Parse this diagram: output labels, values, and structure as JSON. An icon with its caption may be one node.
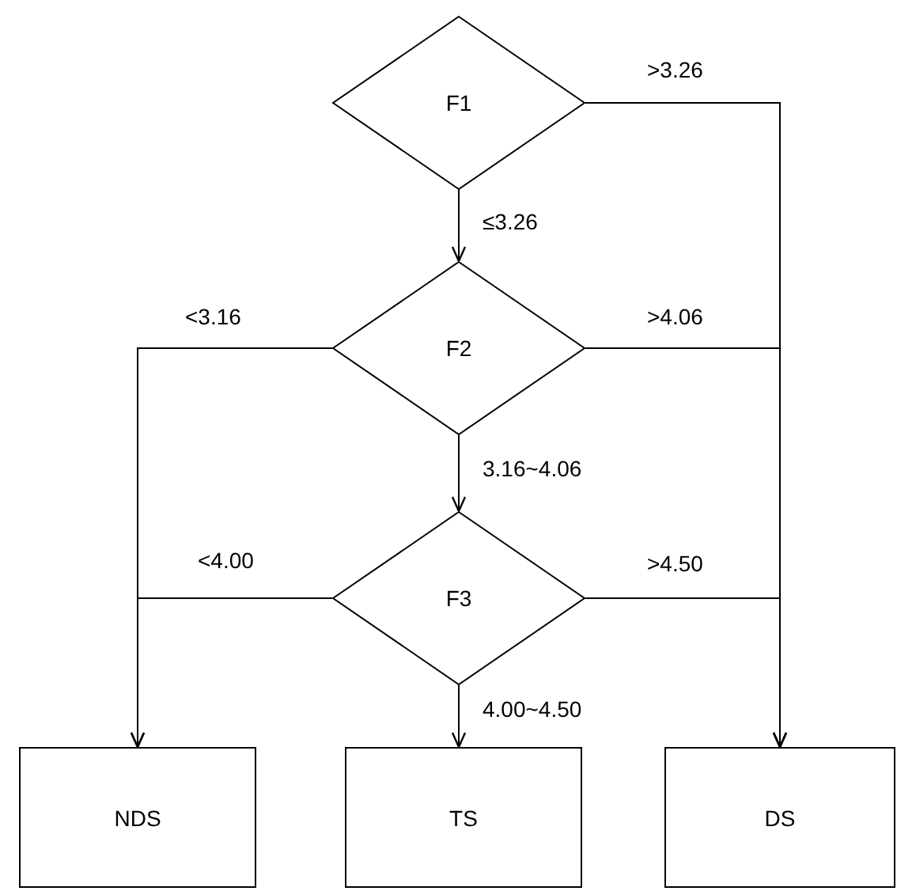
{
  "diagram": {
    "nodes": [
      {
        "text": [
          "F1"
        ]
      },
      {
        "text": [
          "F2"
        ]
      },
      {
        "text": [
          "F3"
        ]
      },
      {
        "text": [
          "NDS"
        ]
      },
      {
        "text": [
          "TS"
        ]
      },
      {
        "text": [
          "DS"
        ]
      }
    ],
    "edges": [
      {
        "from": 0,
        "to": 1,
        "arrow": "to",
        "label": "≤3.26"
      },
      {
        "from": 0,
        "to": 5,
        "arrow": "to",
        "label": ">3.26"
      },
      {
        "from": 1,
        "to": 3,
        "arrow": "to",
        "label": "<3.16"
      },
      {
        "from": 1,
        "to": 2,
        "arrow": "to",
        "label": "3.16~4.06"
      },
      {
        "from": 1,
        "to": 5,
        "arrow": "to",
        "label": ">4.06"
      },
      {
        "from": 2,
        "to": 3,
        "arrow": "to",
        "label": "<4.00"
      },
      {
        "from": 2,
        "to": 4,
        "arrow": "to",
        "label": "4.00~4.50"
      },
      {
        "from": 2,
        "to": 5,
        "arrow": "to",
        "label": ">4.50"
      }
    ]
  }
}
